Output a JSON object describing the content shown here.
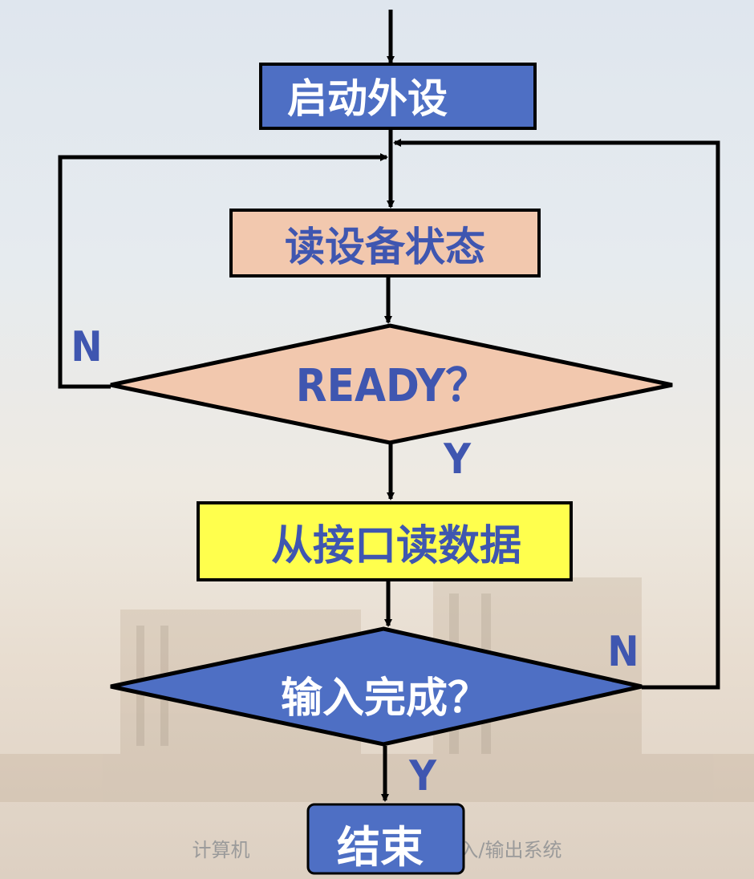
{
  "diagram": {
    "nodes": {
      "start_device": "启动外设",
      "read_status": "读设备状态",
      "ready_check": "READY？",
      "read_data": "从接口读数据",
      "input_done_check": "输入完成？",
      "end": "结束"
    },
    "labels": {
      "ready_no": "N",
      "ready_yes": "Y",
      "done_no": "N",
      "done_yes": "Y"
    },
    "colors": {
      "blue": "#4e6fc4",
      "salmon": "#f2c8ae",
      "yellow": "#ffff4d",
      "text_blue": "#3f56b0",
      "line": "#000000"
    }
  },
  "footer": {
    "left": "计算机",
    "right": "五章 输入/输出系统"
  }
}
